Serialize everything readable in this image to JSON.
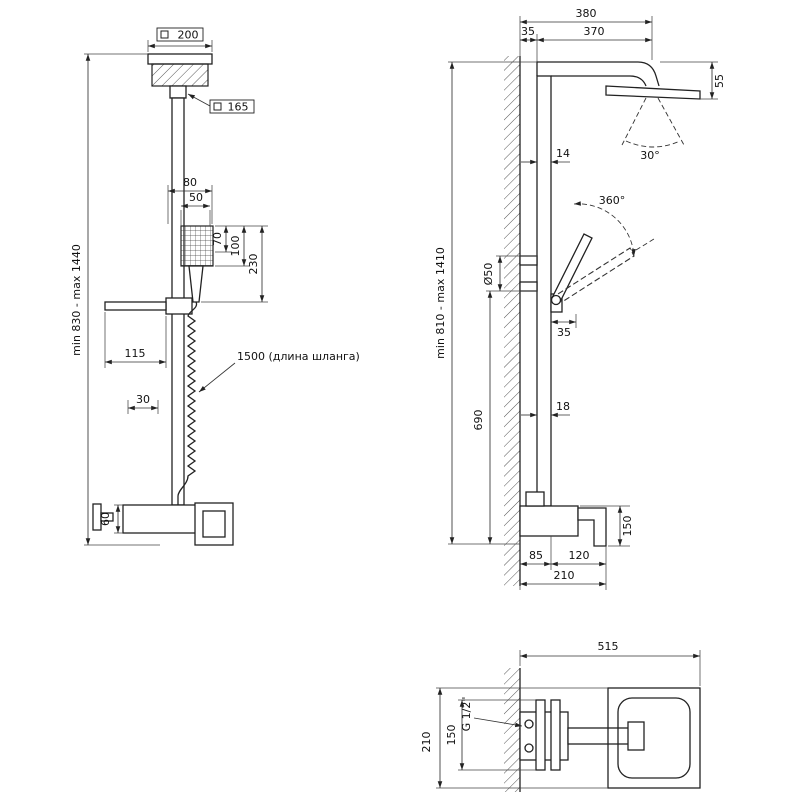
{
  "style": {
    "line_color": "#222222",
    "background": "#ffffff"
  },
  "drawing": {
    "front": {
      "head_size": "200",
      "mount_size": "165",
      "overall_height": "min 830 - max 1440",
      "dim_80": "80",
      "dim_50": "50",
      "dim_70": "70",
      "dim_100": "100",
      "dim_230": "230",
      "dim_115": "115",
      "hose_note": "1500 (длина шланга)",
      "dim_30": "30",
      "dim_60": "60"
    },
    "side": {
      "dim_380": "380",
      "dim_35_top": "35",
      "dim_370": "370",
      "dim_55": "55",
      "spray_angle": "30°",
      "dim_14": "14",
      "swivel_angle": "360°",
      "dim_d50": "Ø50",
      "dim_35": "35",
      "overall_height": "min 810 - max 1410",
      "dim_690": "690",
      "dim_18": "18",
      "dim_150": "150",
      "dim_85": "85",
      "dim_120": "120",
      "dim_210": "210"
    },
    "top": {
      "dim_515": "515",
      "thread": "G 1/2\"",
      "dim_150": "150",
      "dim_210": "210"
    }
  }
}
